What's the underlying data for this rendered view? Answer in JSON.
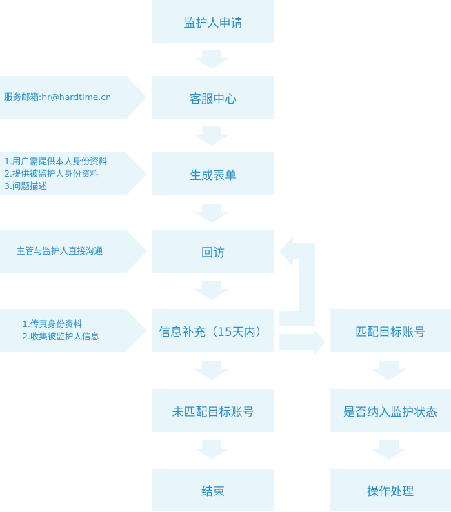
{
  "main_flow": [
    "监护人申请",
    "客服中心",
    "生成表单",
    "回访",
    "信息补充（15天内）",
    "未匹配目标账号",
    "结束"
  ],
  "right_flow": [
    "匹配目标账号",
    "是否纳入监护状态",
    "操作处理"
  ],
  "side_notes": {
    "email": "服务邮箱:hr@hardtime.cn",
    "form_lines": [
      "1.用户需提供本人身份资料",
      "2.提供被监护人身份资料",
      "3.问题描述"
    ],
    "visit": "主管与监护人直接沟通",
    "info_lines": [
      "1.传真身份资料",
      "2.收集被监护人信息"
    ]
  },
  "colors": {
    "box_bg": "#e8f5fb",
    "text": "#2a8fc8"
  }
}
